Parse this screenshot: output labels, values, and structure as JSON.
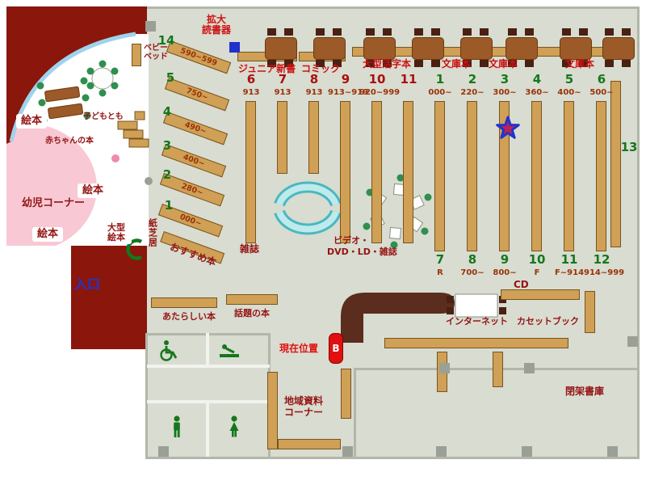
{
  "colors": {
    "floor": "#d9dcd0",
    "wall_dark_red": "#8a160c",
    "shelf": "#cfa055",
    "pink": "#f8c9d4",
    "teal": "#49b8c0",
    "green": "#15771c",
    "red_label": "#cc1111",
    "blue_entrance": "#1a35e0",
    "marker_red": "#e01010",
    "counter_brown": "#5a2d1e"
  },
  "top": {
    "magnifier_l1": "拡大",
    "magnifier_l2": "読書器",
    "categories": [
      "ジュニア新書",
      "コミック",
      "大型活字本",
      "文庫本",
      "文庫本",
      "文庫本"
    ]
  },
  "left_stacks": [
    {
      "no": "14",
      "range": "590~599"
    },
    {
      "no": "5",
      "range": "750~"
    },
    {
      "no": "4",
      "range": "490~"
    },
    {
      "no": "3",
      "range": "400~"
    },
    {
      "no": "2",
      "range": "280~"
    },
    {
      "no": "1",
      "range": "000~"
    }
  ],
  "stacks_a": [
    {
      "no": "6",
      "range": "913"
    },
    {
      "no": "7",
      "range": "913"
    },
    {
      "no": "8",
      "range": "913"
    },
    {
      "no": "9",
      "range": "913~919"
    },
    {
      "no": "10",
      "range": "920~999"
    },
    {
      "no": "11",
      "range": ""
    }
  ],
  "stacks_b": [
    {
      "no": "1",
      "range": "000~",
      "bottom_no": "7",
      "bottom_range": "R"
    },
    {
      "no": "2",
      "range": "220~",
      "bottom_no": "8",
      "bottom_range": "700~"
    },
    {
      "no": "3",
      "range": "300~",
      "bottom_no": "9",
      "bottom_range": "800~"
    },
    {
      "no": "4",
      "range": "360~",
      "bottom_no": "10",
      "bottom_range": "F"
    },
    {
      "no": "5",
      "range": "400~",
      "bottom_no": "11",
      "bottom_range": "F~914"
    },
    {
      "no": "6",
      "range": "500~",
      "bottom_no": "12",
      "bottom_range": "914~999"
    }
  ],
  "stack_13": "13",
  "labels": {
    "ehon": "絵本",
    "youji_corner": "幼児コーナー",
    "akachan": "赤ちゃんの本",
    "kodomo": "子どもとも",
    "baby_bed_l1": "ベビー",
    "baby_bed_l2": "ベッド",
    "oogata_l1": "大型",
    "oogata_l2": "絵本",
    "kamishibai": "紙芝居",
    "osusume": "おすすめ本",
    "iriguchi": "入口",
    "zasshi": "雑誌",
    "video_l1": "ビデオ・",
    "video_l2": "DVD・LD・雑誌",
    "atarashii": "あたらしい本",
    "wadai": "話題の本",
    "genzai": "現在位置",
    "marker": "B",
    "cd": "CD",
    "internet": "インターネット",
    "cassette": "カセットブック",
    "chiiki_l1": "地域資料",
    "chiiki_l2": "コーナー",
    "heika": "閉架書庫"
  }
}
